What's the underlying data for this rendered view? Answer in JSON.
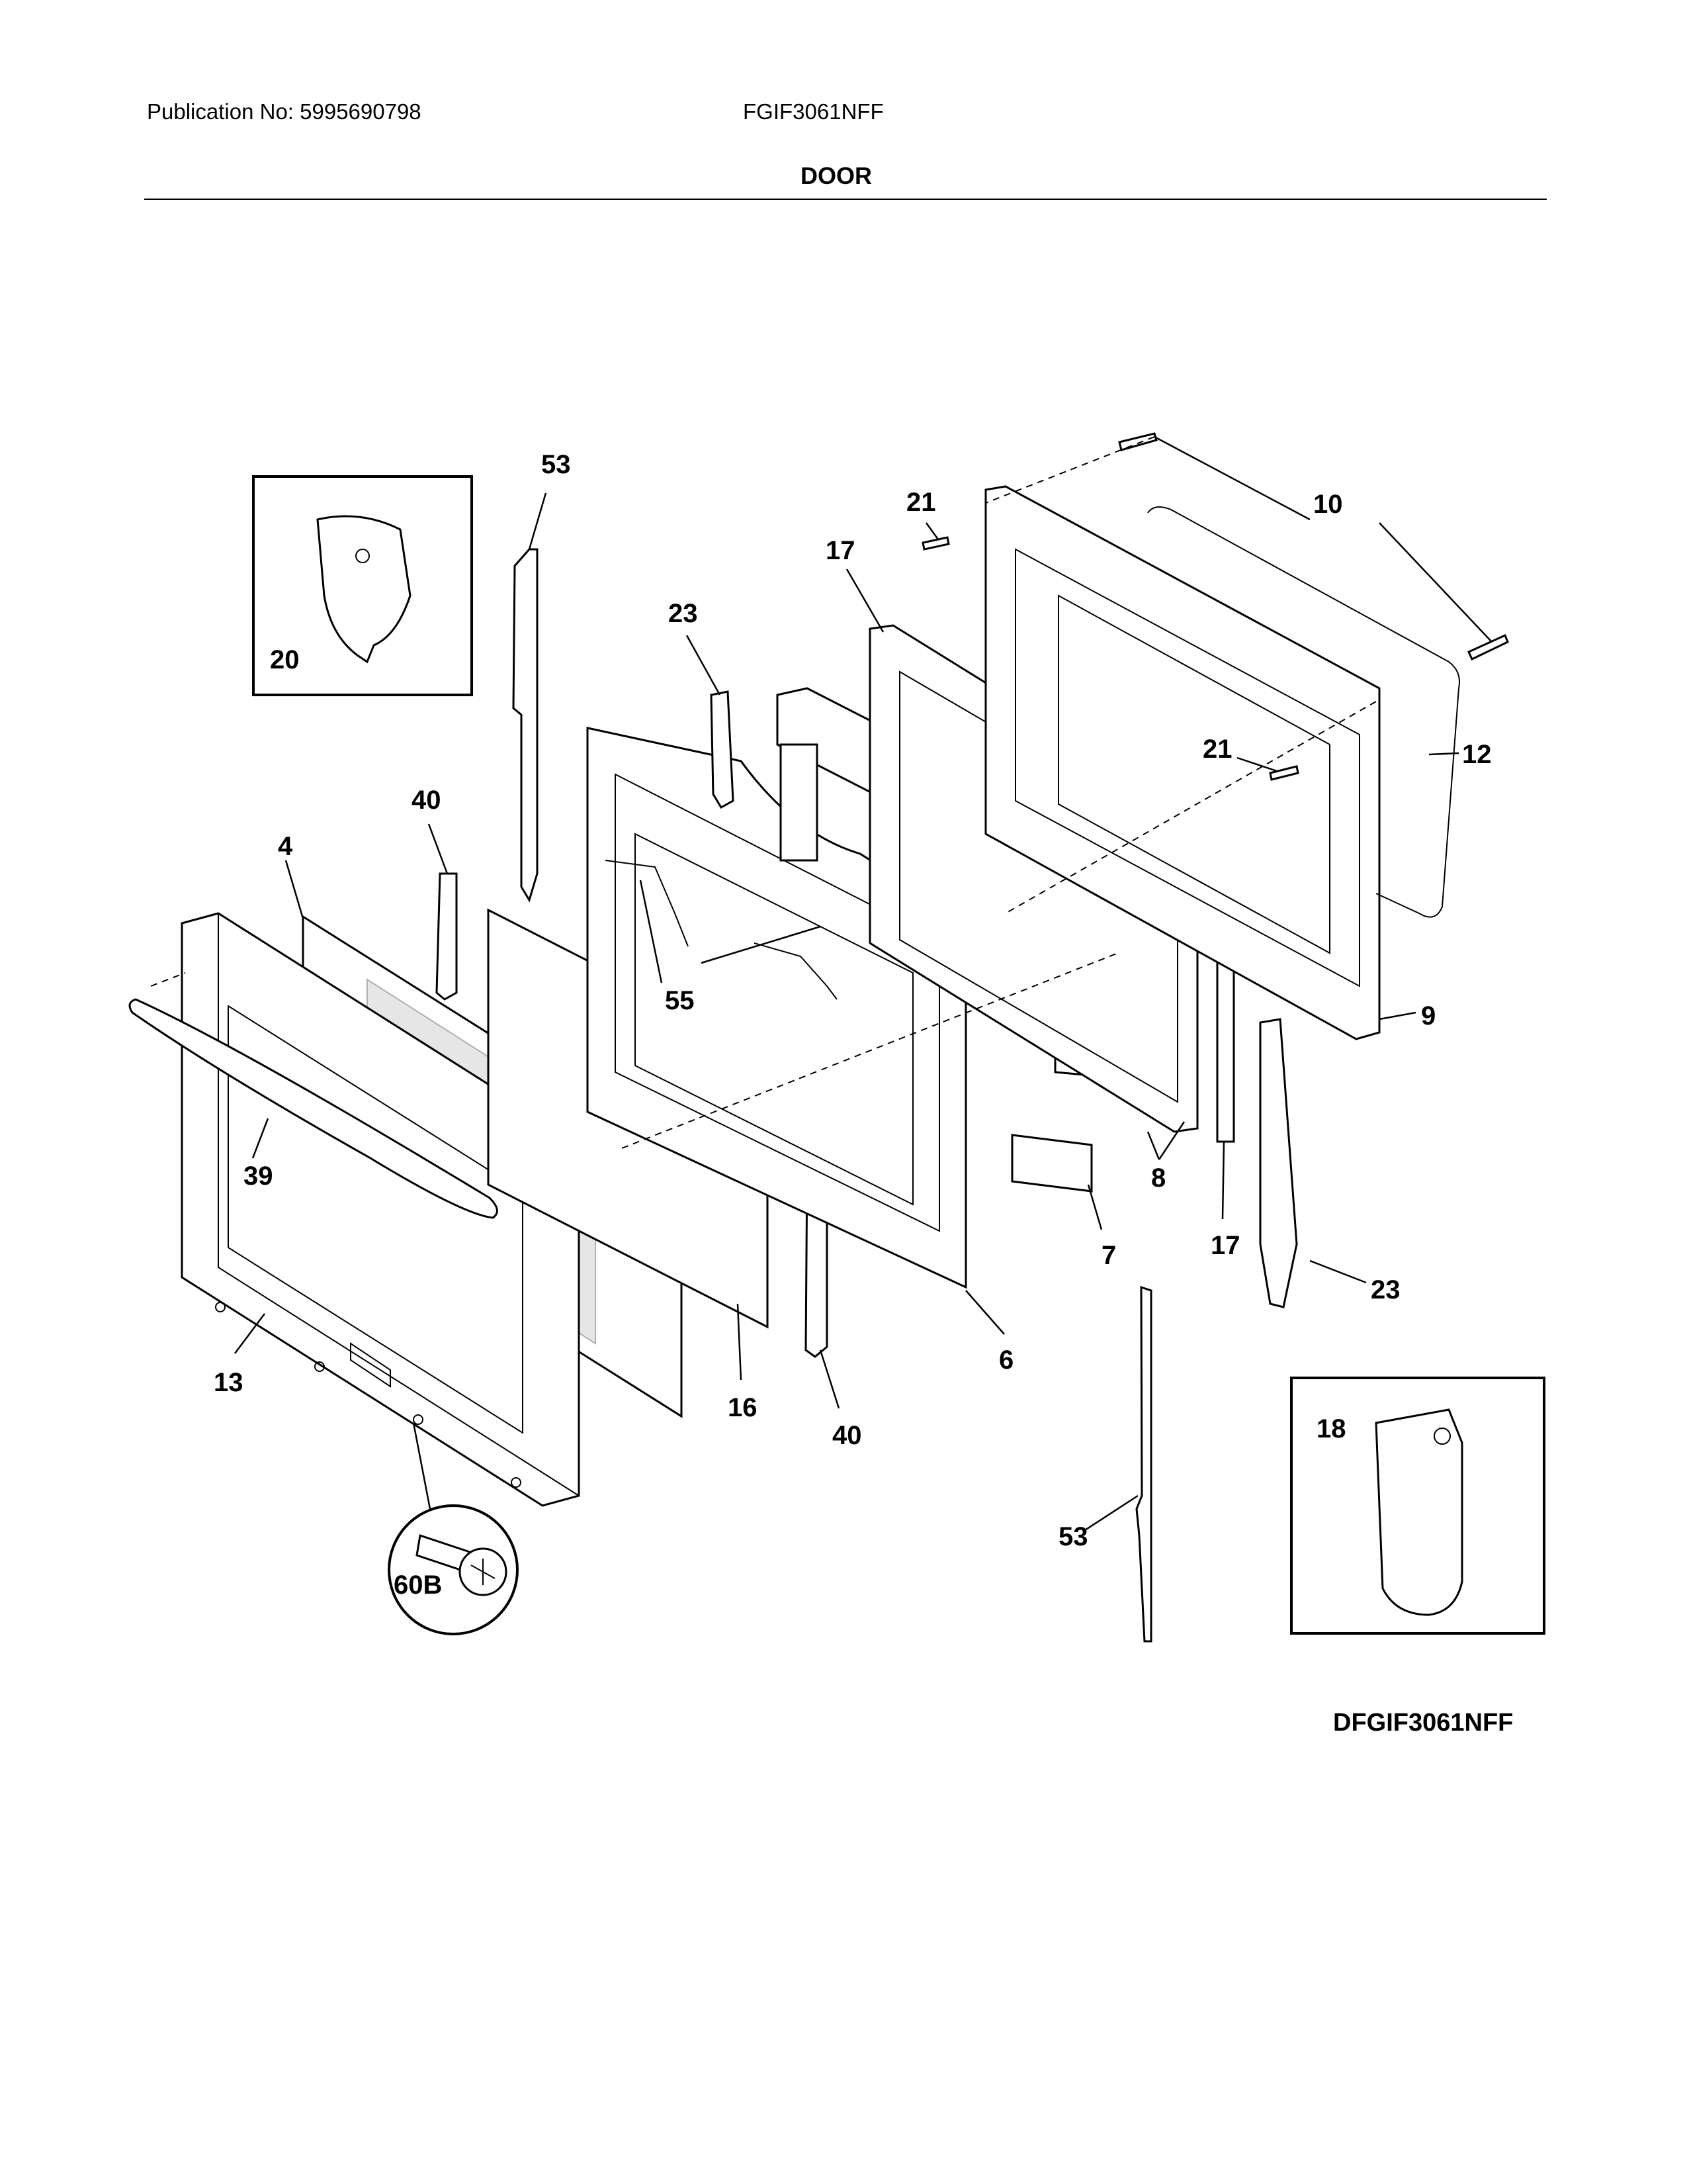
{
  "header": {
    "publication": "Publication No: 5995690798",
    "model": "FGIF3061NFF",
    "section": "DOOR"
  },
  "diagram": {
    "callouts": {
      "c53_top": "53",
      "c20": "20",
      "c21_top": "21",
      "c10": "10",
      "c17_top": "17",
      "c23_top": "23",
      "c21_mid": "21",
      "c12": "12",
      "c40_top": "40",
      "c4": "4",
      "c55": "55",
      "c9": "9",
      "c39": "39",
      "c8": "8",
      "c7": "7",
      "c17_bottom": "17",
      "c23_bottom": "23",
      "c6": "6",
      "c13": "13",
      "c16": "16",
      "c40_bottom": "40",
      "c18": "18",
      "c53_bottom": "53",
      "c60b": "60B"
    }
  },
  "footer": {
    "diagram_code": "DFGIF3061NFF"
  }
}
